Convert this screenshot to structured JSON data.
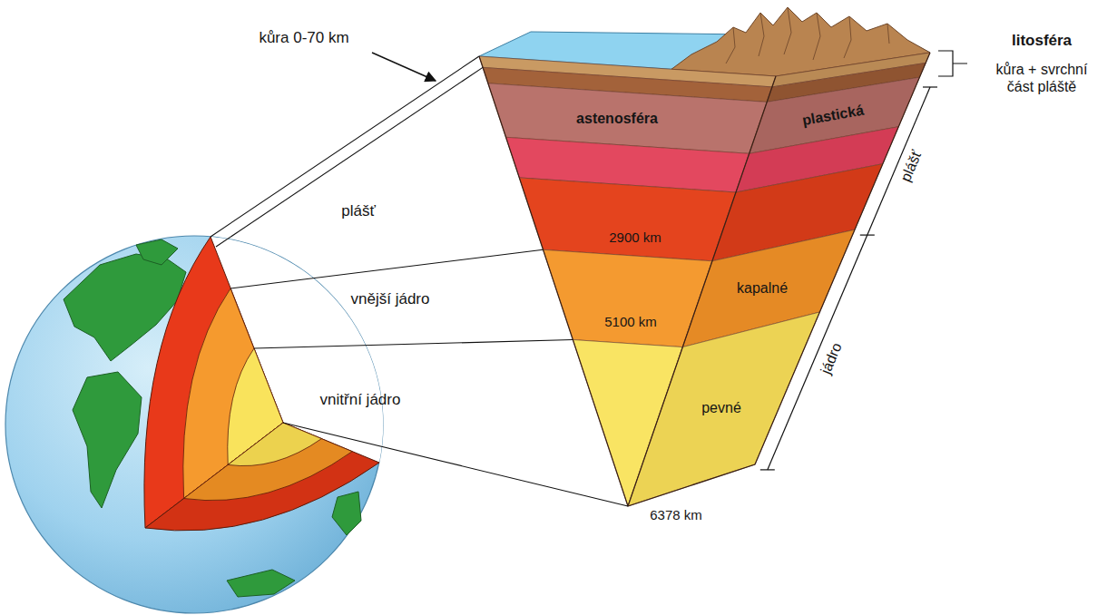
{
  "diagram": {
    "labels": [
      "kůra 0-70 km",
      "litosféra",
      "kůra + svrchní část pláště",
      "astenosféra",
      "plastická",
      "plášť",
      "plášť",
      "2900 km",
      "vnější jádro",
      "5100 km",
      "kapalné",
      "jádro",
      "vnitřní jádro",
      "pevné",
      "6378 km"
    ]
  }
}
